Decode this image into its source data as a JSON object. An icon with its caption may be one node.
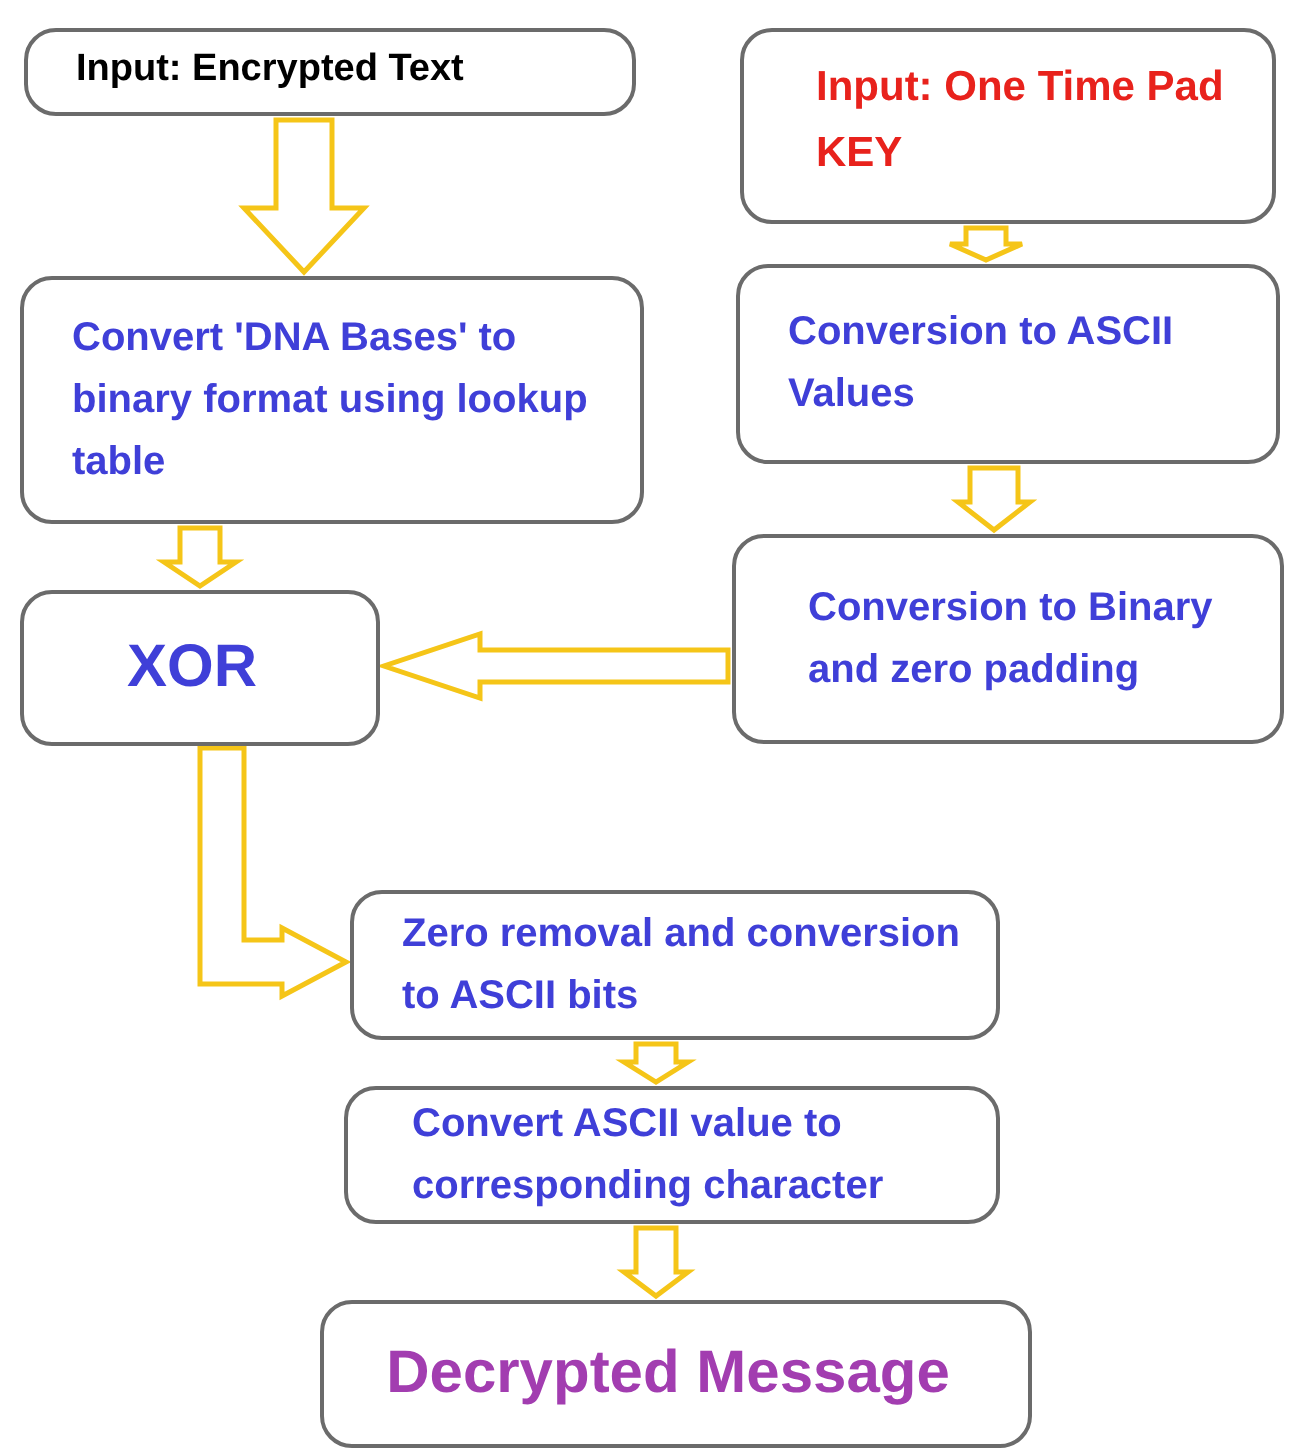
{
  "diagram": {
    "nodes": [
      {
        "text": [
          "Input: Encrypted Text"
        ]
      },
      {
        "text": [
          "Input: One Time Pad KEY"
        ]
      },
      {
        "text": [
          "Convert 'DNA Bases' to binary format using lookup table"
        ]
      },
      {
        "text": [
          "Conversion to ASCII Values"
        ]
      },
      {
        "text": [
          "Conversion to Binary and zero padding"
        ]
      },
      {
        "text": [
          "XOR"
        ]
      },
      {
        "text": [
          "Zero removal and conversion to ASCII bits"
        ]
      },
      {
        "text": [
          "Convert ASCII value to corresponding character"
        ]
      },
      {
        "text": [
          "Decrypted Message"
        ]
      }
    ],
    "edges": [
      {
        "from": 0,
        "to": 2,
        "arrow": "to"
      },
      {
        "from": 1,
        "to": 3,
        "arrow": "to"
      },
      {
        "from": 2,
        "to": 5,
        "arrow": "to"
      },
      {
        "from": 3,
        "to": 4,
        "arrow": "to"
      },
      {
        "from": 4,
        "to": 5,
        "arrow": "to"
      },
      {
        "from": 5,
        "to": 6,
        "arrow": "to"
      },
      {
        "from": 6,
        "to": 7,
        "arrow": "to"
      },
      {
        "from": 7,
        "to": 8,
        "arrow": "to"
      }
    ]
  }
}
